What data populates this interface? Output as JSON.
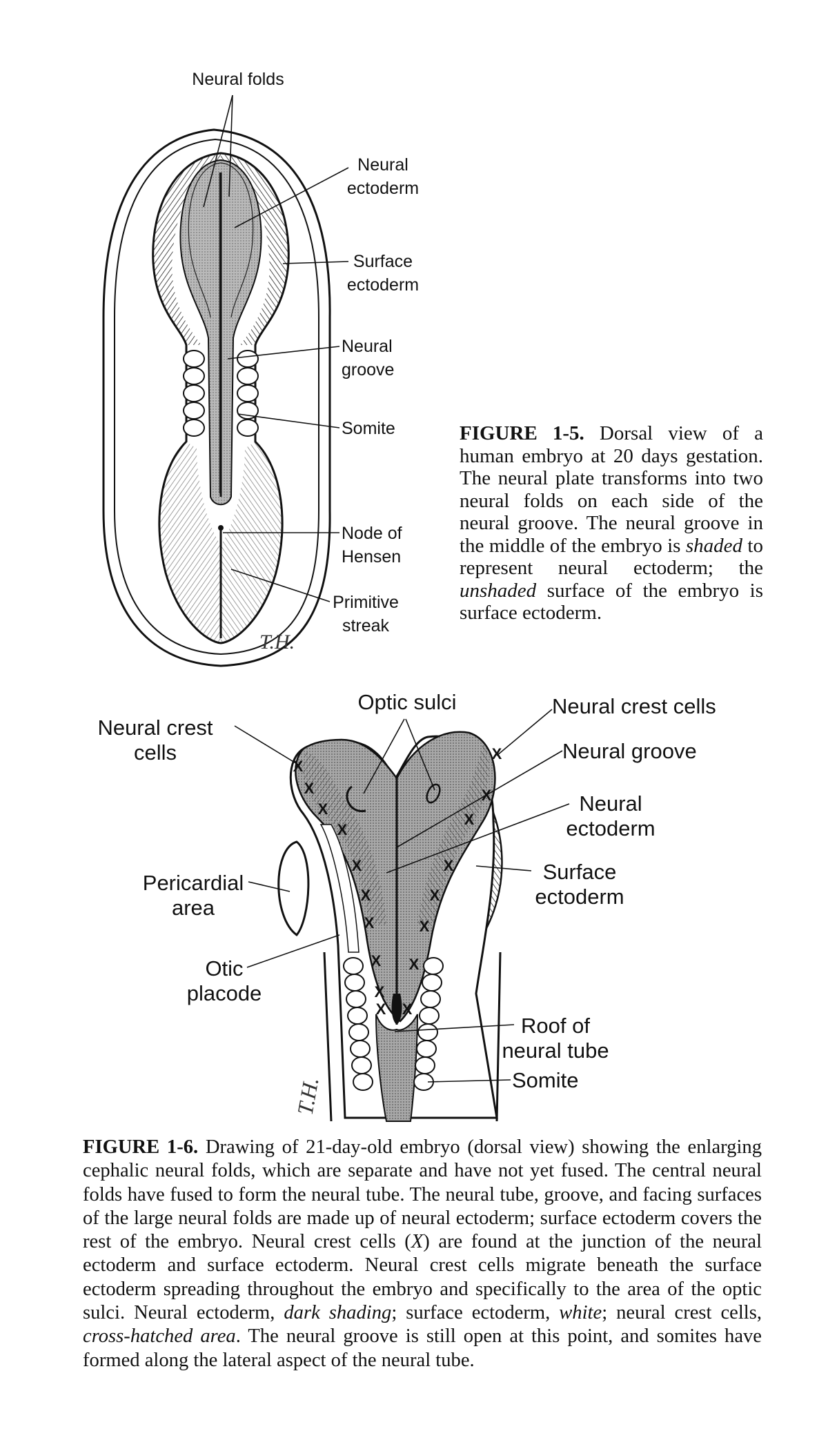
{
  "figure5": {
    "labels": {
      "neural_folds": "Neural folds",
      "neural_ectoderm_1": "Neural",
      "neural_ectoderm_2": "ectoderm",
      "surface_ectoderm_1": "Surface",
      "surface_ectoderm_2": "ectoderm",
      "neural_groove_1": "Neural",
      "neural_groove_2": "groove",
      "somite": "Somite",
      "node_1": "Node of",
      "node_2": "Hensen",
      "streak_1": "Primitive",
      "streak_2": "streak"
    },
    "signature": "T.H.",
    "caption": {
      "label": "FIGURE 1-5.",
      "text_1": " Dorsal view of a human embryo at 20 days gestation. The neural plate transforms into two neural folds on each side of the neural groove. The neural groove in the middle of the embryo is ",
      "em_1": "shaded",
      "text_2": " to represent neural ectoderm; the ",
      "em_2": "unshaded",
      "text_3": " surface of the embryo is surface ectoderm."
    }
  },
  "figure6": {
    "labels": {
      "optic_sulci": "Optic sulci",
      "crest_left_1": "Neural crest",
      "crest_left_2": "cells",
      "crest_right": "Neural crest cells",
      "neural_groove": "Neural groove",
      "neural_ectoderm_1": "Neural",
      "neural_ectoderm_2": "ectoderm",
      "surface_ectoderm_1": "Surface",
      "surface_ectoderm_2": "ectoderm",
      "pericardial_1": "Pericardial",
      "pericardial_2": "area",
      "otic_1": "Otic",
      "otic_2": "placode",
      "roof_1": "Roof of",
      "roof_2": "neural tube",
      "somite": "Somite"
    },
    "crest_marker": "X",
    "signature": "T.H.",
    "caption": {
      "label": "FIGURE 1-6.",
      "text_1": " Drawing of 21-day-old embryo (dorsal view) showing the enlarging cephalic neural folds, which are separate and have not yet fused. The central neural folds have fused to form the neural tube. The neural tube, groove, and facing surfaces of the large neural folds are made up of neural ectoderm; surface ectoderm covers the rest of the embryo. Neural crest cells (",
      "em_1": "X",
      "text_2": ") are found at the junction of the neural ectoderm and surface ectoderm. Neural crest cells migrate beneath the surface ectoderm spreading throughout the embryo and specifically to the area of the optic sulci. Neural ectoderm, ",
      "em_2": "dark shading",
      "text_3": "; surface ectoderm, ",
      "em_3": "white",
      "text_4": "; neural crest cells, ",
      "em_4": "cross-hatched area",
      "text_5": ". The neural groove is still open at this point, and somites have formed along the lateral aspect of the neural tube."
    }
  }
}
